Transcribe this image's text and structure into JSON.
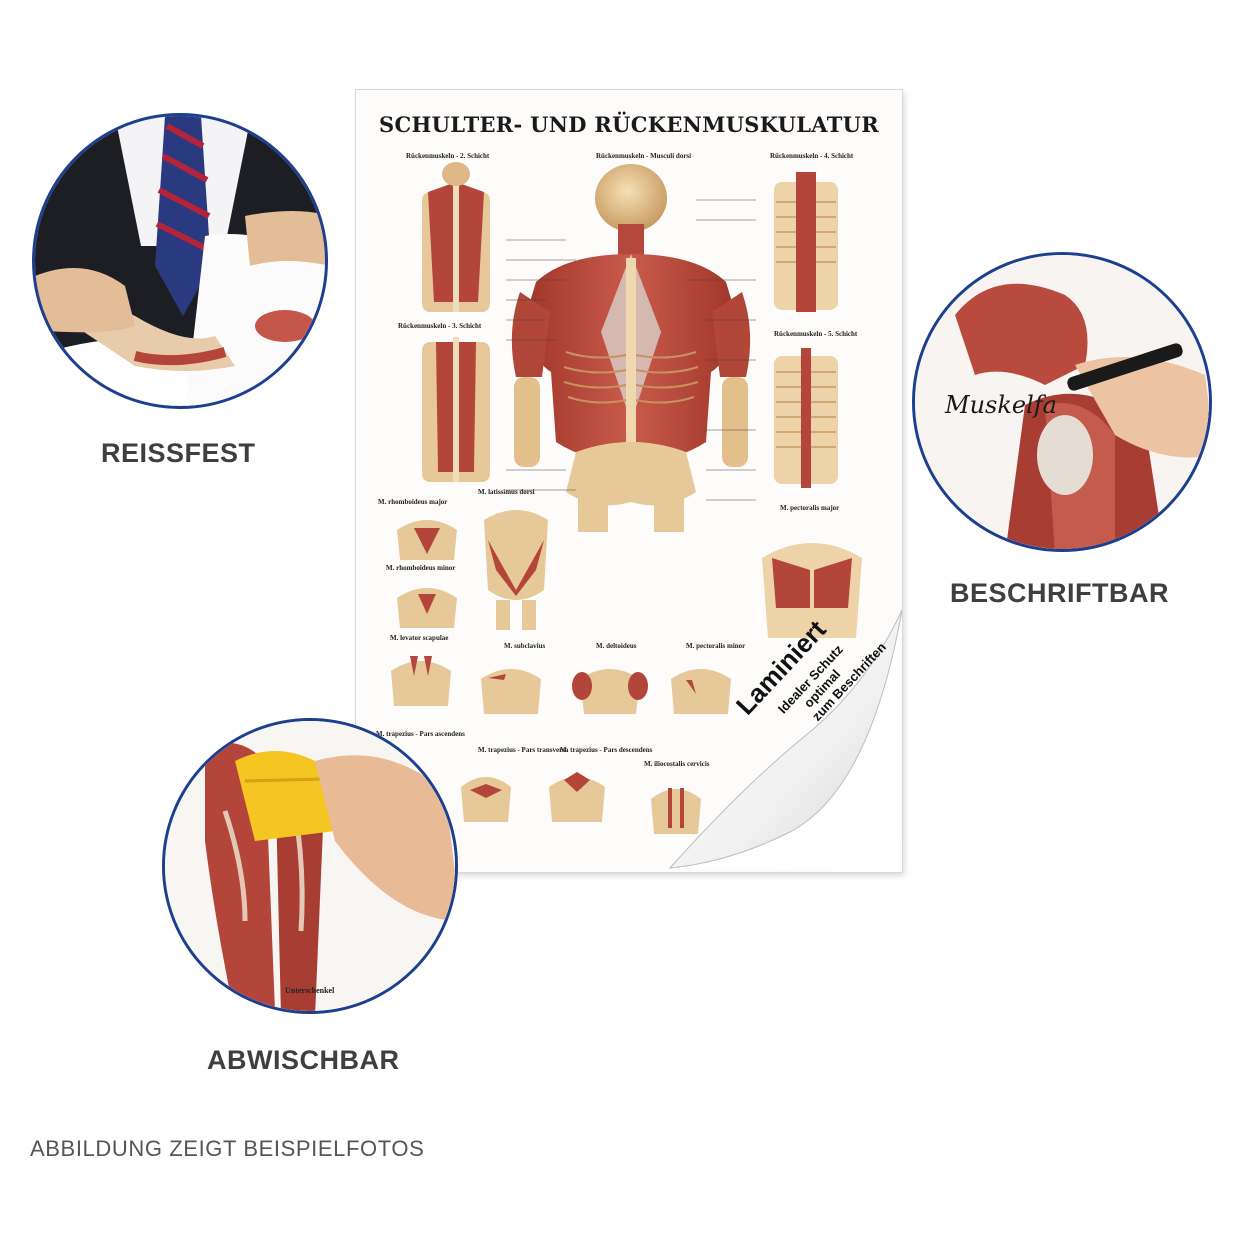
{
  "poster": {
    "title": "SCHULTER- UND RÜCKENMUSKULATUR",
    "sections": {
      "layer2": "Rückenmuskeln - 2. Schicht",
      "dorsi": "Rückenmuskeln - Musculi dorsi",
      "layer4": "Rückenmuskeln - 4. Schicht",
      "layer3": "Rückenmuskeln - 3. Schicht",
      "layer5": "Rückenmuskeln - 5. Schicht",
      "rhomb_major": "M. rhomboideus major",
      "latissimus": "M. latissimus dorsi",
      "pect_major": "M. pectoralis major",
      "rhomb_minor": "M. rhomboideus minor",
      "levator": "M. levator scapulae",
      "subclavius": "M. subclavius",
      "deltoideus": "M. deltoideus",
      "pect_minor": "M. pectoralis minor",
      "trap_asc": "M. trapezius - Pars ascendens",
      "trap_trans": "M. trapezius - Pars transversa",
      "trap_desc": "M. trapezius - Pars descendens",
      "iliocost": "M. iliocostalis cervicis"
    },
    "laminated": {
      "headline": "Laminiert",
      "line1": "Idealer Schutz",
      "line2": "optimal",
      "line3": "zum Beschriften"
    }
  },
  "features": [
    {
      "id": "reissfest",
      "label": "REISSFEST"
    },
    {
      "id": "beschriftbar",
      "label": "BESCHRIFTBAR",
      "handwriting": "Muskelfa"
    },
    {
      "id": "abwischbar",
      "label": "ABWISCHBAR",
      "caption": "Unterschenkel"
    }
  ],
  "footnote": "ABBILDUNG ZEIGT BEISPIELFOTOS",
  "colors": {
    "circle_border": "#1c3f8f",
    "muscle": "#b8453a",
    "bone": "#e8c79a",
    "label": "#3f3f3f"
  }
}
